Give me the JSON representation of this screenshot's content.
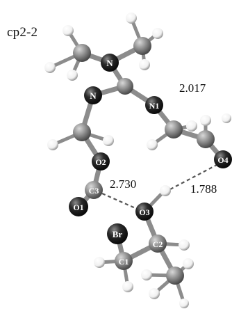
{
  "title": "cp2-2",
  "distances": {
    "n1_o4": "2.017",
    "c3_o3": "2.730",
    "o3_o4": "1.788"
  },
  "atoms": {
    "n_upper": "N",
    "n_left": "N",
    "n1": "N1",
    "o2": "O2",
    "c3": "C3",
    "o1": "O1",
    "o3": "O3",
    "o4": "O4",
    "br": "Br",
    "c1": "C1",
    "c2": "C2"
  },
  "colors": {
    "carbon": "#7f7f7f",
    "nitrogen": "#1a1a1a",
    "oxygen": "#222222",
    "hydrogen": "#ffffff",
    "bond": "#8c8c8c"
  }
}
